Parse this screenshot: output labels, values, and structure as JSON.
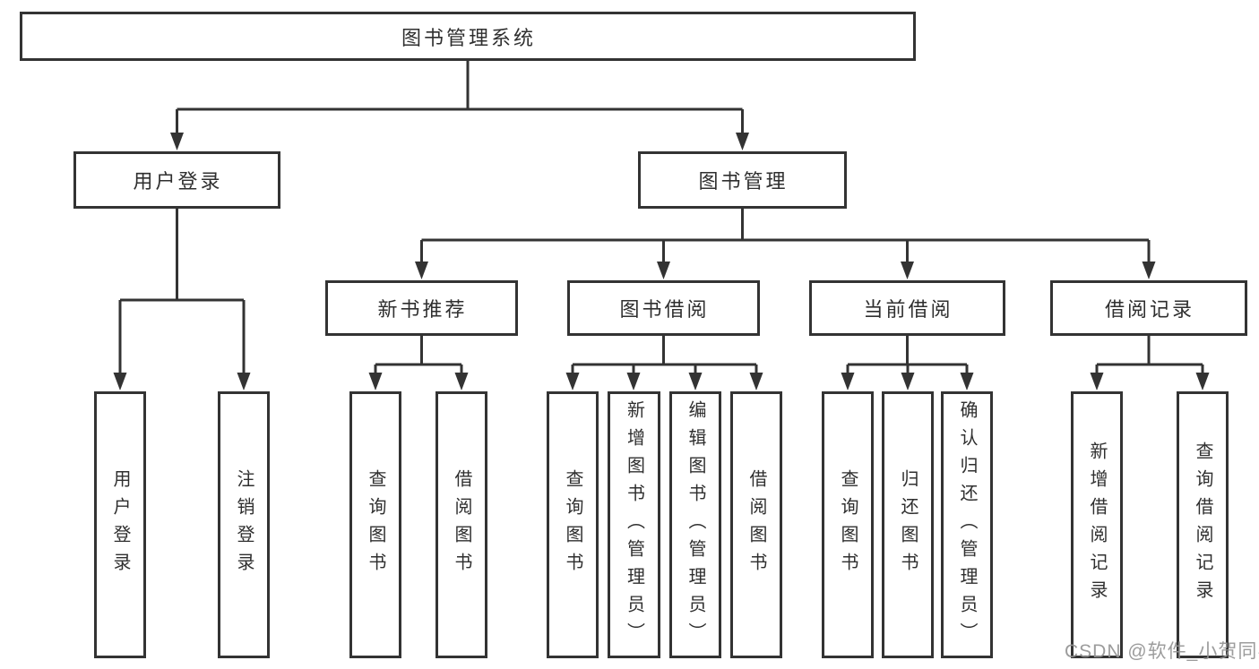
{
  "colors": {
    "line": "#333333",
    "box_border": "#333333",
    "text": "#2f2f2f",
    "background": "#ffffff",
    "watermark": "#949494"
  },
  "watermark": {
    "text": "CSDN @软件_小贺同学"
  },
  "tree": {
    "root": {
      "label": "图书管理系统",
      "children": [
        {
          "label": "用户登录",
          "children": [
            {
              "label": "用户登录"
            },
            {
              "label": "注销登录"
            }
          ]
        },
        {
          "label": "图书管理",
          "children": [
            {
              "label": "新书推荐",
              "children": [
                {
                  "label": "查询图书"
                },
                {
                  "label": "借阅图书"
                }
              ]
            },
            {
              "label": "图书借阅",
              "children": [
                {
                  "label": "查询图书"
                },
                {
                  "label": "新增图书（管理员）"
                },
                {
                  "label": "编辑图书（管理员）"
                },
                {
                  "label": "借阅图书"
                }
              ]
            },
            {
              "label": "当前借阅",
              "children": [
                {
                  "label": "查询图书"
                },
                {
                  "label": "归还图书"
                },
                {
                  "label": "确认归还（管理员）"
                }
              ]
            },
            {
              "label": "借阅记录",
              "children": [
                {
                  "label": "新增借阅记录"
                },
                {
                  "label": "查询借阅记录"
                }
              ]
            }
          ]
        }
      ]
    }
  }
}
